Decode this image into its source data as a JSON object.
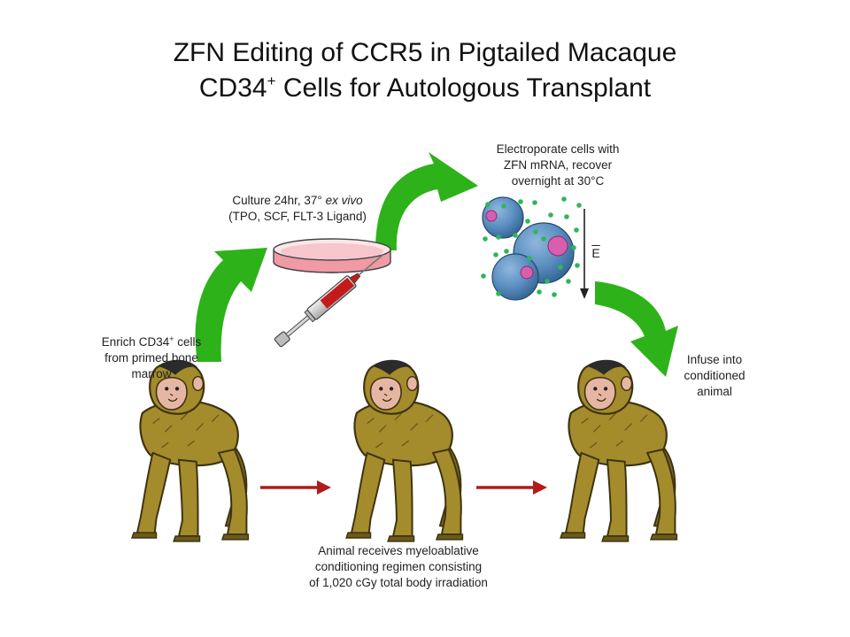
{
  "title": {
    "line1": "ZFN Editing of CCR5 in Pigtailed Macaque",
    "line2_main": "CD34",
    "line2_sup": "+",
    "line2_rest": " Cells for Autologous Transplant"
  },
  "labels": {
    "enrich": {
      "pre": "Enrich CD34",
      "sup": "+",
      "post": " cells",
      "line2": "from primed bone",
      "line3": "marrow"
    },
    "culture": {
      "pre": "Culture 24hr, 37° ",
      "em": "ex vivo",
      "line2": "(TPO, SCF, FLT-3 Ligand)"
    },
    "electroporate": {
      "line1": "Electroporate cells with",
      "line2": "ZFN mRNA, recover",
      "line3": "overnight at 30°C"
    },
    "field": "E",
    "infuse": {
      "line1": "Infuse into",
      "line2": "conditioned",
      "line3": "animal"
    },
    "conditioning": {
      "line1": "Animal receives myeloablative",
      "line2": "conditioning regimen consisting",
      "line3": "of 1,020 cGy total body irradiation"
    }
  },
  "colors": {
    "green_arrow": "#2db21a",
    "red_arrow": "#b31b1b",
    "fur": "#a48b2c",
    "fur_dark": "#5e4e14",
    "face": "#e6b6a4",
    "cell": "#4f84b8",
    "nucleus": "#d85fae",
    "dot": "#2fb65a",
    "dish": "#f2a6ae"
  },
  "icons": [
    "syringe-icon",
    "petri-dish-icon",
    "cell-cluster-icon",
    "macaque-icon"
  ]
}
